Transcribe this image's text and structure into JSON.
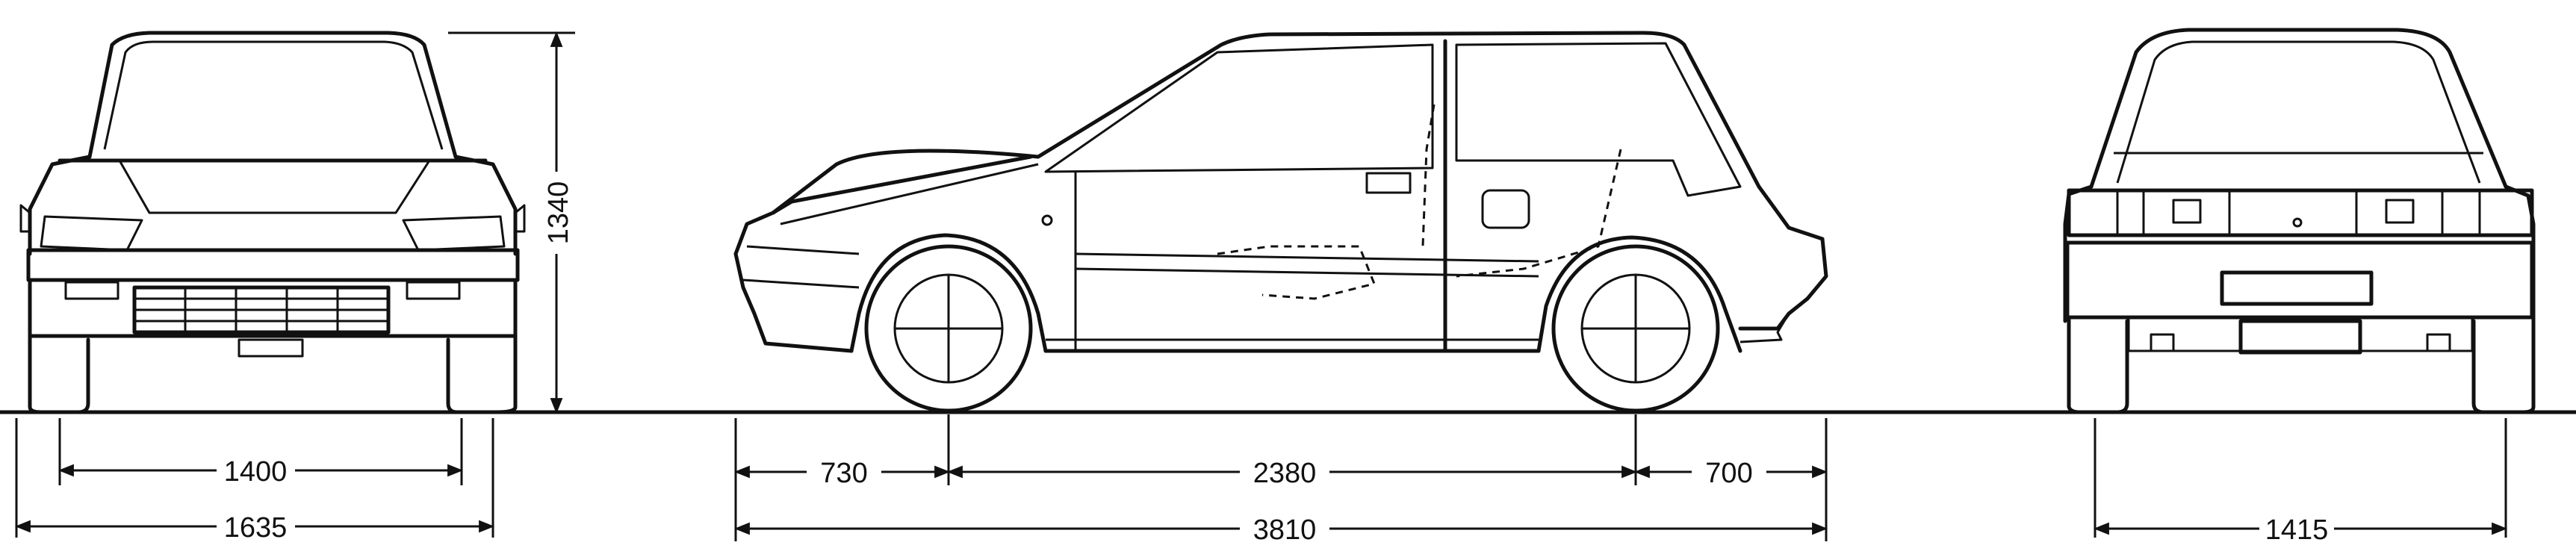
{
  "dimensions": {
    "front_track": "1400",
    "overall_width": "1635",
    "overall_height": "1340",
    "front_overhang": "730",
    "wheelbase": "2380",
    "rear_overhang": "700",
    "overall_length": "3810",
    "rear_track": "1415"
  }
}
